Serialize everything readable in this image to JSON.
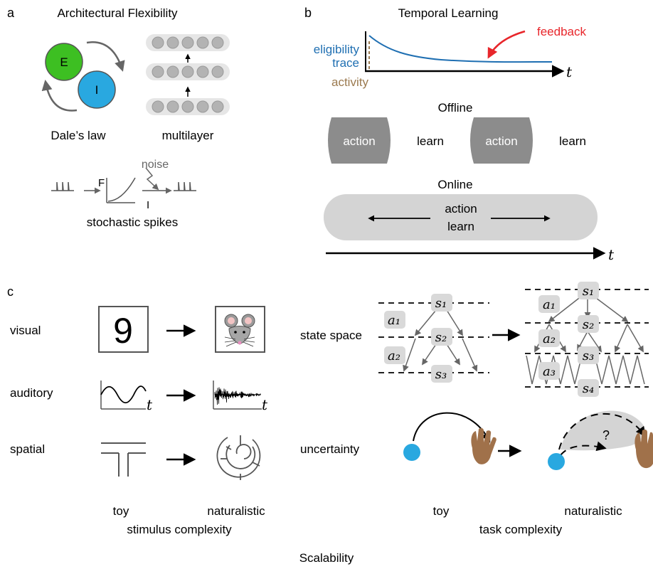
{
  "panel_a": {
    "letter": "a",
    "title": "Architectural Flexibility",
    "excitatory": "E",
    "inhibitory": "I",
    "dales_law": "Dale’s law",
    "multilayer": "multilayer",
    "fi_f": "F",
    "fi_i": "I",
    "noise": "noise",
    "stochastic": "stochastic spikes"
  },
  "panel_b": {
    "letter": "b",
    "title": "Temporal Learning",
    "eligibility": "eligibility",
    "trace": "trace",
    "feedback": "feedback",
    "activity": "activity",
    "t": "t",
    "offline": "Offline",
    "action": "action",
    "learn": "learn",
    "online": "Online",
    "online_action": "action",
    "online_learn": "learn"
  },
  "panel_c": {
    "letter": "c",
    "visual": "visual",
    "digit": "9",
    "auditory": "auditory",
    "spatial": "spatial",
    "t": "t",
    "toy": "toy",
    "naturalistic": "naturalistic",
    "stimulus_complexity": "stimulus complexity",
    "state_space": "state space",
    "uncertainty": "uncertainty",
    "question": "?",
    "task_complexity": "task complexity",
    "scalability": "Scalability"
  },
  "colors": {
    "excitatory": "#3dbf22",
    "inhibitory": "#29a8e0",
    "trace": "#1f6fb2",
    "feedback": "#e8262b",
    "activity": "#9b7a4f",
    "neuron": "#b3b3b3",
    "action_box": "#8c8c8c",
    "online_box": "#d4d4d4",
    "state_box": "#d9d9d9",
    "hand": "#a0714a"
  }
}
